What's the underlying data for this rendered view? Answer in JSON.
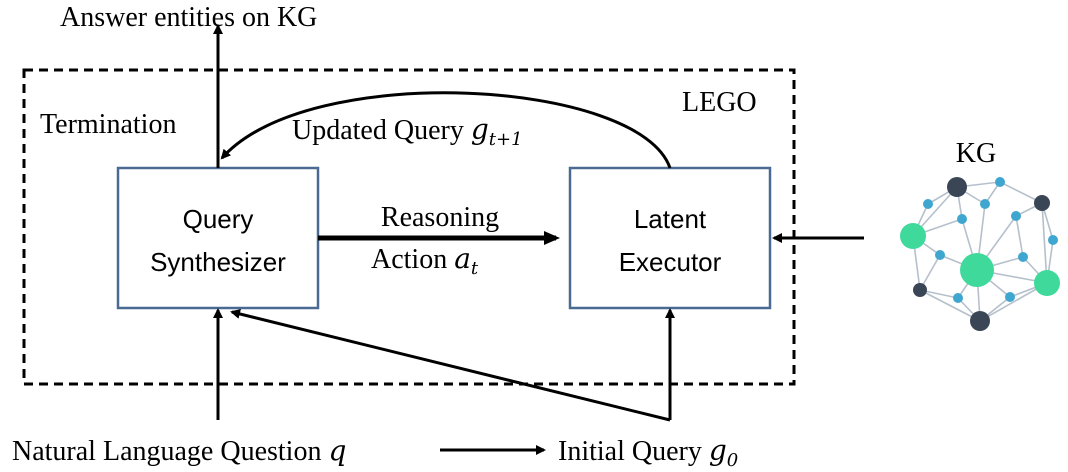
{
  "labels": {
    "answer_entities": "Answer entities on KG",
    "termination": "Termination",
    "lego": "LEGO",
    "updated_query": "Updated Query ",
    "updated_query_var": "g",
    "updated_query_sub": "t+1",
    "reasoning": "Reasoning",
    "action": "Action ",
    "action_var": "a",
    "action_sub": "t",
    "kg": "KG",
    "nl_question": "Natural Language Question ",
    "nl_var": "q",
    "initial_query": "Initial Query ",
    "initial_var": "g",
    "initial_sub": "0"
  },
  "boxes": {
    "query_synth_line1": "Query",
    "query_synth_line2": "Synthesizer",
    "latent_exec_line1": "Latent",
    "latent_exec_line2": "Executor"
  },
  "colors": {
    "box_border": "#4a6a93",
    "node_dark": "#3a4656",
    "node_blue": "#3fa7cf",
    "node_green": "#3fd99c",
    "edge": "#b6c0cc"
  }
}
